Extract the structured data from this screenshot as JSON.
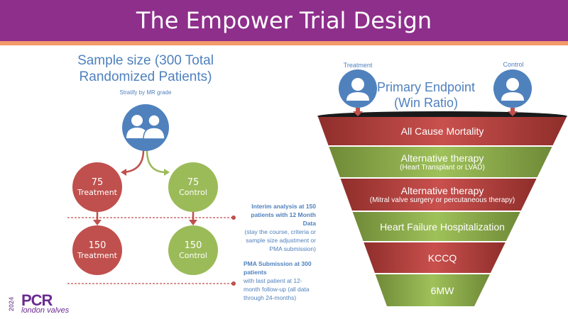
{
  "title": "The Empower Trial Design",
  "colors": {
    "header": "#8e2f8c",
    "stripe": "#f39a6a",
    "red": "#c0504d",
    "green": "#9bbb59",
    "blue": "#4f81bd"
  },
  "left": {
    "sample_size": "Sample size (300 Total Randomized Patients)",
    "stratify": "Stratify by MR grade",
    "icon": "group-icon",
    "arms": [
      {
        "count": "75",
        "label": "Treatment"
      },
      {
        "count": "75",
        "label": "Control"
      },
      {
        "count": "150",
        "label": "Treatment"
      },
      {
        "count": "150",
        "label": "Control"
      }
    ],
    "interim": {
      "bold": "Interim analysis at 150 patients with 12 Month Data",
      "text": "(stay the course, criteria or sample size adjustment or PMA submission)"
    },
    "pma": {
      "bold": "PMA Submission at 300 patients",
      "text": "with last patient at 12-month follow-up (all data through 24-months)"
    }
  },
  "right": {
    "treatment_label": "Treatment",
    "control_label": "Control",
    "primary_endpoint": "Primary Endpoint (Win Ratio)",
    "funnel": [
      {
        "label": "All Cause Mortality",
        "sub": "",
        "color": "red"
      },
      {
        "label": "Alternative therapy",
        "sub": "(Heart Transplant or LVAD)",
        "color": "green"
      },
      {
        "label": "Alternative therapy",
        "sub": "(Mitral valve surgery or percutaneous therapy)",
        "color": "red"
      },
      {
        "label": "Heart Failure Hospitalization",
        "sub": "",
        "color": "green"
      },
      {
        "label": "KCCQ",
        "sub": "",
        "color": "red"
      },
      {
        "label": "6MW",
        "sub": "",
        "color": "green"
      }
    ]
  },
  "logo": {
    "year": "2024",
    "brand": "PCR",
    "sub": "london valves"
  }
}
